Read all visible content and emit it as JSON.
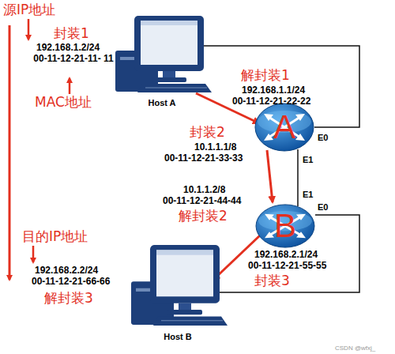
{
  "diagram": {
    "nodes": [
      {
        "text": [
          "Host A"
        ]
      },
      {
        "text": [
          "A"
        ]
      },
      {
        "text": [
          "B"
        ]
      },
      {
        "text": [
          "Host B"
        ]
      }
    ],
    "edges": [
      {
        "from": 0,
        "to": 1,
        "arrow": "none"
      },
      {
        "from": 1,
        "to": 2,
        "arrow": "none"
      },
      {
        "from": 2,
        "to": 3,
        "arrow": "none"
      },
      {
        "from": 0,
        "to": 1,
        "arrow": "to"
      },
      {
        "from": 1,
        "to": 2,
        "arrow": "to"
      },
      {
        "from": 2,
        "to": 3,
        "arrow": "to"
      }
    ],
    "labels": [
      "源IP地址",
      "封装1",
      "192.168.1.2/24",
      "00-11-12-21-11- 11",
      "MAC地址",
      "解封装1",
      "192.168.1.1/24",
      "00-11-12-21-22-22",
      "封装2",
      "10.1.1.1/8",
      "00-11-12-21-33-33",
      "E0",
      "E1",
      "10.1.1.2/8",
      "00-11-12-21-44-44",
      "解封装2",
      "E1",
      "E0",
      "目的IP地址",
      "192.168.2.2/24",
      "192.168.2.1/24",
      "00-11-12-21-66-66",
      "00-11-12-21-55-55",
      "解封装3",
      "封装3",
      "CSDN @wfxj_"
    ]
  }
}
